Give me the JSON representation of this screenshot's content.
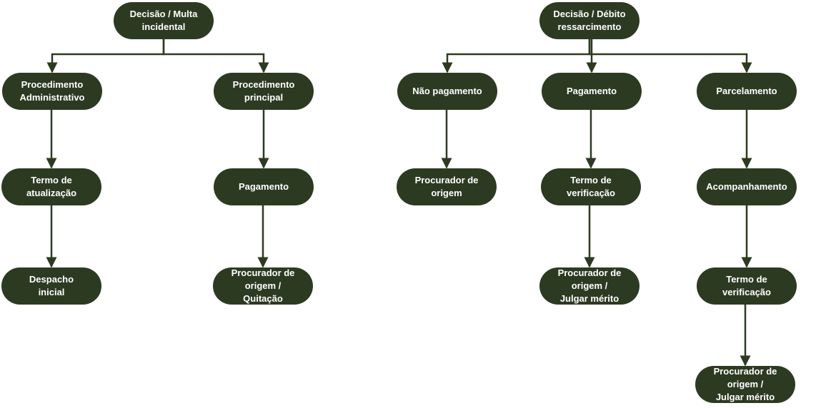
{
  "diagram": {
    "colors": {
      "node_fill": "#2d3a22",
      "node_text": "#ffffff",
      "edge": "#2d3a22"
    },
    "nodes": {
      "multa": [
        "Decisão / Multa",
        "incidental"
      ],
      "proc_admin": [
        "Procedimento",
        "Administrativo"
      ],
      "proc_principal": [
        "Procedimento",
        "principal"
      ],
      "termo_atual": [
        "Termo de",
        "atualização"
      ],
      "pagamento_left": [
        "Pagamento"
      ],
      "despacho": [
        "Despacho",
        "inicial"
      ],
      "proc_quitacao": [
        "Procurador de",
        "origem /",
        "Quitação"
      ],
      "debito": [
        "Decisão / Débito",
        "ressarcimento"
      ],
      "nao_pagamento": [
        "Não pagamento"
      ],
      "pagamento_right": [
        "Pagamento"
      ],
      "parcelamento": [
        "Parcelamento"
      ],
      "proc_origem": [
        "Procurador de",
        "origem"
      ],
      "termo_verif_1": [
        "Termo de",
        "verificação"
      ],
      "acompanhamento": [
        "Acompanhamento"
      ],
      "proc_julgar_1": [
        "Procurador de",
        "origem /",
        "Julgar mérito"
      ],
      "termo_verif_2": [
        "Termo de",
        "verificação"
      ],
      "proc_julgar_2": [
        "Procurador de",
        "origem /",
        "Julgar mérito"
      ]
    },
    "edges": [
      [
        "multa",
        "proc_admin"
      ],
      [
        "multa",
        "proc_principal"
      ],
      [
        "proc_admin",
        "termo_atual"
      ],
      [
        "termo_atual",
        "despacho"
      ],
      [
        "proc_principal",
        "pagamento_left"
      ],
      [
        "pagamento_left",
        "proc_quitacao"
      ],
      [
        "debito",
        "nao_pagamento"
      ],
      [
        "debito",
        "pagamento_right"
      ],
      [
        "debito",
        "parcelamento"
      ],
      [
        "nao_pagamento",
        "proc_origem"
      ],
      [
        "pagamento_right",
        "termo_verif_1"
      ],
      [
        "termo_verif_1",
        "proc_julgar_1"
      ],
      [
        "parcelamento",
        "acompanhamento"
      ],
      [
        "acompanhamento",
        "termo_verif_2"
      ],
      [
        "termo_verif_2",
        "proc_julgar_2"
      ]
    ]
  }
}
